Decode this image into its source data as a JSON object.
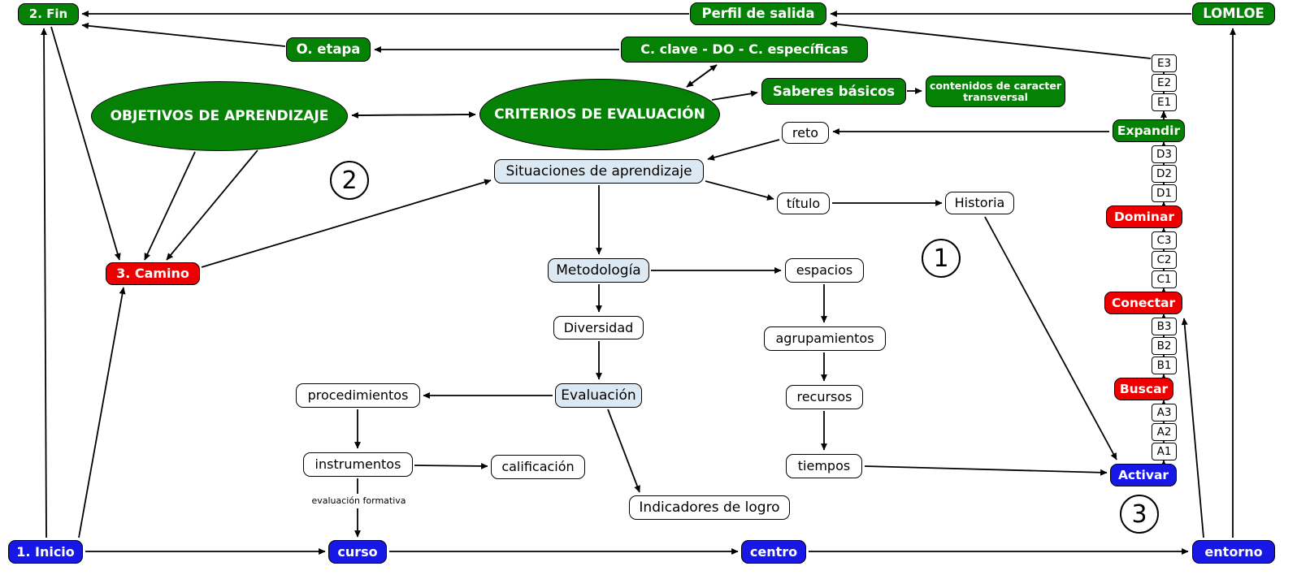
{
  "colors": {
    "green": "#058205",
    "red": "#ee0000",
    "blue": "#1717e6",
    "lightblue": "#dde9f2",
    "line": "#000000"
  },
  "nodes": {
    "fin": "2. Fin",
    "perfil_salida": "Perfil de salida",
    "lomloe": "LOMLOE",
    "o_etapa": "O. etapa",
    "c_clave": "C. clave - DO - C. específicas",
    "objetivos": "OBJETIVOS DE APRENDIZAJE",
    "criterios": "CRITERIOS DE EVALUACIÓN",
    "saberes": "Saberes básicos",
    "transversal": "contenidos de caracter transversal",
    "reto": "reto",
    "situaciones": "Situaciones de aprendizaje",
    "titulo": "título",
    "historia": "Historia",
    "metodologia": "Metodología",
    "espacios": "espacios",
    "diversidad": "Diversidad",
    "agrupamientos": "agrupamientos",
    "evaluacion": "Evaluación",
    "procedimientos": "procedimientos",
    "recursos": "recursos",
    "instrumentos": "instrumentos",
    "calificacion": "calificación",
    "nota_formativa": "evaluación formativa",
    "indicadores": "Indicadores de logro",
    "tiempos": "tiempos",
    "camino": "3. Camino",
    "inicio": "1. Inicio",
    "curso": "curso",
    "centro": "centro",
    "entorno": "entorno"
  },
  "levels": {
    "e3": "E3",
    "e2": "E2",
    "e1": "E1",
    "expandir": "Expandir",
    "d3": "D3",
    "d2": "D2",
    "d1": "D1",
    "dominar": "Dominar",
    "c3": "C3",
    "c2": "C2",
    "c1": "C1",
    "conectar": "Conectar",
    "b3": "B3",
    "b2": "B2",
    "b1": "B1",
    "buscar": "Buscar",
    "a3": "A3",
    "a2": "A2",
    "a1": "A1",
    "activar": "Activar"
  },
  "badges": {
    "one": "1",
    "two": "2",
    "three": "3"
  }
}
